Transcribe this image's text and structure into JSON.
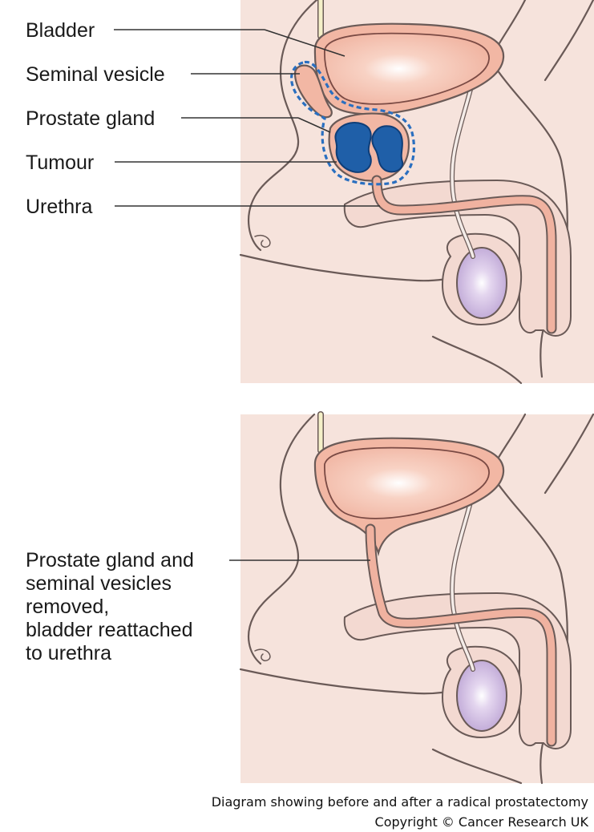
{
  "labels_top": {
    "bladder": "Bladder",
    "seminal_vesicle": "Seminal vesicle",
    "prostate_gland": "Prostate gland",
    "tumour": "Tumour",
    "urethra": "Urethra"
  },
  "labels_bottom": {
    "line1": "Prostate gland and",
    "line2": "seminal vesicles",
    "line3": "removed,",
    "line4": "bladder reattached",
    "line5": "to urethra"
  },
  "caption": {
    "description": "Diagram showing before and after a radical prostatectomy",
    "copyright": "Copyright © Cancer Research UK"
  },
  "colors": {
    "tumour": "#1f5fa8",
    "removal_outline": "#2a6fc0",
    "bladder": "#f2b7a4",
    "testis": "#c9b3dc",
    "skin": "#f6e3dc"
  }
}
